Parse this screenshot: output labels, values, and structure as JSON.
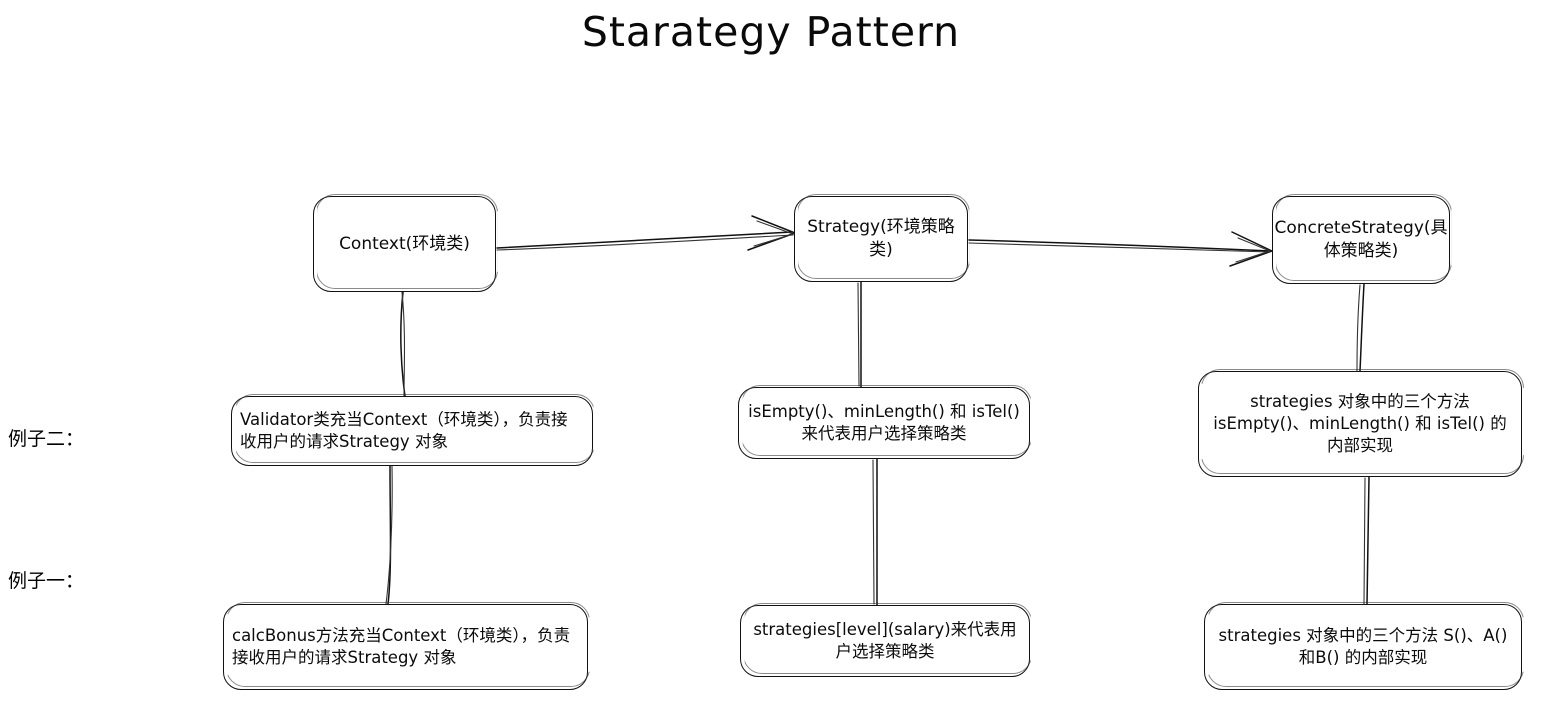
{
  "page": {
    "title": "Starategy Pattern",
    "background_color": "#ffffff",
    "ink_color": "#111111"
  },
  "row_labels": [
    {
      "id": "example-two",
      "text": "例子二："
    },
    {
      "id": "example-one",
      "text": "例子一："
    }
  ],
  "nodes": {
    "context": {
      "label": "Context(环境类)"
    },
    "strategy": {
      "label": "Strategy(环境策略类)"
    },
    "concrete_strategy": {
      "label": "ConcreteStrategy(具体策略类)"
    },
    "validator": {
      "label": "Validator类充当Context（环境类），负责接收用户的请求Strategy 对象"
    },
    "is_empty_group": {
      "label": "isEmpty()、minLength() 和 isTel()来代表用户选择策略类"
    },
    "strategies_three_methods": {
      "label": "strategies 对象中的三个方法 isEmpty()、minLength() 和 isTel() 的内部实现"
    },
    "calc_bonus": {
      "label": "calcBonus方法充当Context（环境类），负责接收用户的请求Strategy 对象"
    },
    "strategies_level_salary": {
      "label": "strategies[level](salary)来代表用户选择策略类"
    },
    "strategies_sab": {
      "label": "strategies 对象中的三个方法 S()、A() 和B() 的内部实现"
    }
  },
  "connectors": [
    {
      "id": "context-to-strategy",
      "kind": "arrow",
      "direction": "right"
    },
    {
      "id": "strategy-to-concrete",
      "kind": "arrow",
      "direction": "right"
    },
    {
      "id": "context-to-validator",
      "kind": "line",
      "direction": "down"
    },
    {
      "id": "validator-to-calcbonus",
      "kind": "line",
      "direction": "down"
    },
    {
      "id": "strategy-to-isempty",
      "kind": "line",
      "direction": "down"
    },
    {
      "id": "isempty-to-level-salary",
      "kind": "line",
      "direction": "down"
    },
    {
      "id": "concrete-to-strategies-three",
      "kind": "line",
      "direction": "down"
    },
    {
      "id": "strategies-three-to-sab",
      "kind": "line",
      "direction": "down"
    }
  ]
}
